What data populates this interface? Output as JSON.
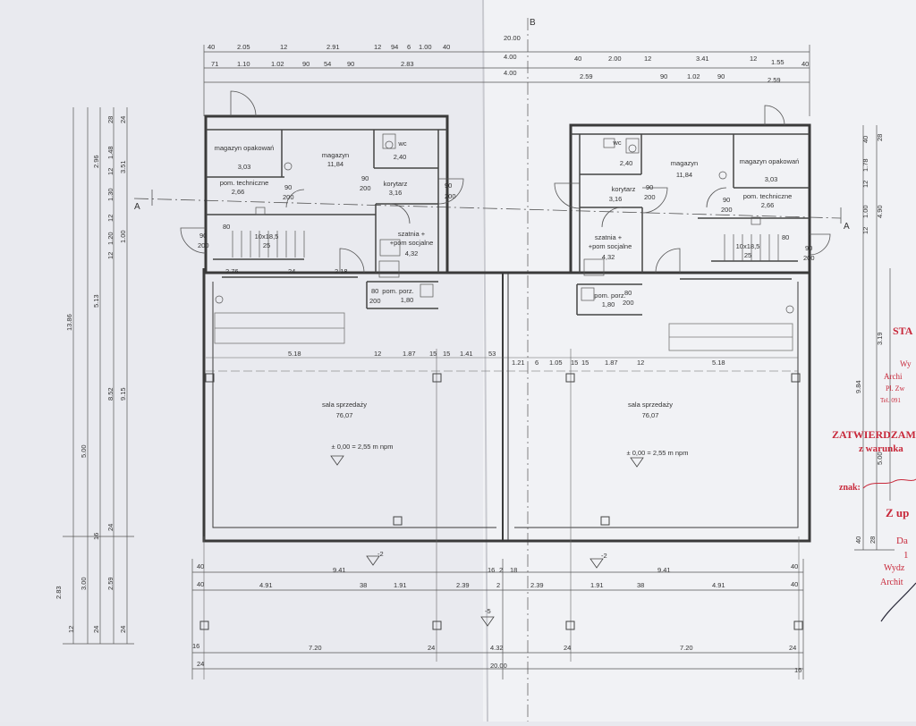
{
  "section_marks": {
    "a": "A",
    "b": "B"
  },
  "top_dims": {
    "row1": [
      "40",
      "2.05",
      "12",
      "2.91",
      "12",
      "94",
      "6",
      "1.00",
      "40",
      "20.00"
    ],
    "row2": [
      "71",
      "1.10",
      "1.02",
      "90",
      "54",
      "90",
      "2.83",
      "4.00"
    ],
    "row3_left": "4.00",
    "row_right1": [
      "40",
      "2.00",
      "12",
      "3.41",
      "12",
      "1.55",
      "40"
    ],
    "row_right2": [
      "2.59",
      "90",
      "1.02",
      "90",
      "2.59"
    ]
  },
  "left_unit": {
    "magazyn_opakowan": {
      "name": "magazyn opakowań",
      "area": "3,03"
    },
    "magazyn": {
      "name": "magazyn",
      "area": "11,84"
    },
    "wc": {
      "name": "wc",
      "area": "2,40"
    },
    "pom_techniczne": {
      "name": "pom. techniczne",
      "area": "2,66"
    },
    "korytarz": {
      "name": "korytarz",
      "area": "3,16"
    },
    "szatnia": {
      "line1": "szatnia +",
      "line2": "+pom socjalne",
      "area": "4,32"
    },
    "pom_porz": {
      "name": "pom. porz.",
      "area": "1,80"
    },
    "stairs": {
      "label": "10x18,5",
      "sub": "25"
    },
    "sala": {
      "name": "sala sprzedaży",
      "area": "76,07",
      "level": "± 0,00 = 2,55 m npm"
    }
  },
  "right_unit": {
    "magazyn_opakowan": {
      "name": "magazyn opakowań",
      "area": "3,03"
    },
    "magazyn": {
      "name": "magazyn",
      "area": "11,84"
    },
    "wc": {
      "name": "wc",
      "area": "2,40"
    },
    "pom_techniczne": {
      "name": "pom. techniczne",
      "area": "2,66"
    },
    "korytarz": {
      "name": "korytarz",
      "area": "3,16"
    },
    "szatnia": {
      "line1": "szatnia +",
      "line2": "+pom socjalne",
      "area": "4,32"
    },
    "pom_porz": {
      "name": "pom. porz.",
      "area": "1,80"
    },
    "stairs": {
      "label": "10x18,5",
      "sub": "25"
    },
    "sala": {
      "name": "sala sprzedaży",
      "area": "76,07",
      "level": "± 0,00 = 2,55 m npm"
    }
  },
  "door_labels": {
    "w": "90",
    "h": "200",
    "w80": "80"
  },
  "interior_dims_left": [
    "5.18",
    "12",
    "1.87",
    "15",
    "15",
    "1.41",
    "53"
  ],
  "interior_dims_right": [
    "1.21",
    "6",
    "1.05",
    "15",
    "15",
    "1.87",
    "12",
    "5.18"
  ],
  "interior_small_left": [
    "2.76",
    "24",
    "2.18"
  ],
  "bottom_dims": {
    "row1": [
      "40",
      "9.41",
      "16",
      "2",
      "18",
      "9.41",
      "40"
    ],
    "row2": [
      "40",
      "4.91",
      "38",
      "1.91",
      "2.39",
      "2",
      "2.39",
      "1.91",
      "38",
      "4.91",
      "40"
    ],
    "row3": [
      "16",
      "7.20",
      "24",
      "4.32",
      "24",
      "7.20",
      "24"
    ],
    "row4": [
      "24",
      "20.00",
      "16"
    ],
    "levels": [
      "-2",
      "-5",
      "-2"
    ]
  },
  "left_vert_dims": [
    "28",
    "24",
    "2.96",
    "1.48",
    "12",
    "3.51",
    "1.30",
    "12",
    "1.20",
    "12",
    "1.00",
    "5.13",
    "13.86",
    "8.52",
    "9.15",
    "5.00",
    "16",
    "24",
    "2.59",
    "3.00",
    "2.83",
    "12",
    "24",
    "24"
  ],
  "right_vert_dims": [
    "40",
    "28",
    "1.78",
    "12",
    "1.00",
    "12",
    "4.90",
    "3.19",
    "9.84",
    "5.00",
    "40",
    "28"
  ],
  "stamp": {
    "sta": "STA",
    "w": "Wy",
    "arch": "Archi",
    "pl": "Pl. Zw",
    "tel": "Tel. 091",
    "zatw": "ZATWIERDZAM",
    "zwar": "z warunka",
    "znak": "znak:",
    "zup": "Z up",
    "da": "Da",
    "one": "1",
    "wydz": "Wydz",
    "archit": "Archit"
  },
  "colors": {
    "paper": "#f4f5f8",
    "line": "#555555",
    "wall": "#3a3a3a",
    "stamp": "#c8283a"
  }
}
